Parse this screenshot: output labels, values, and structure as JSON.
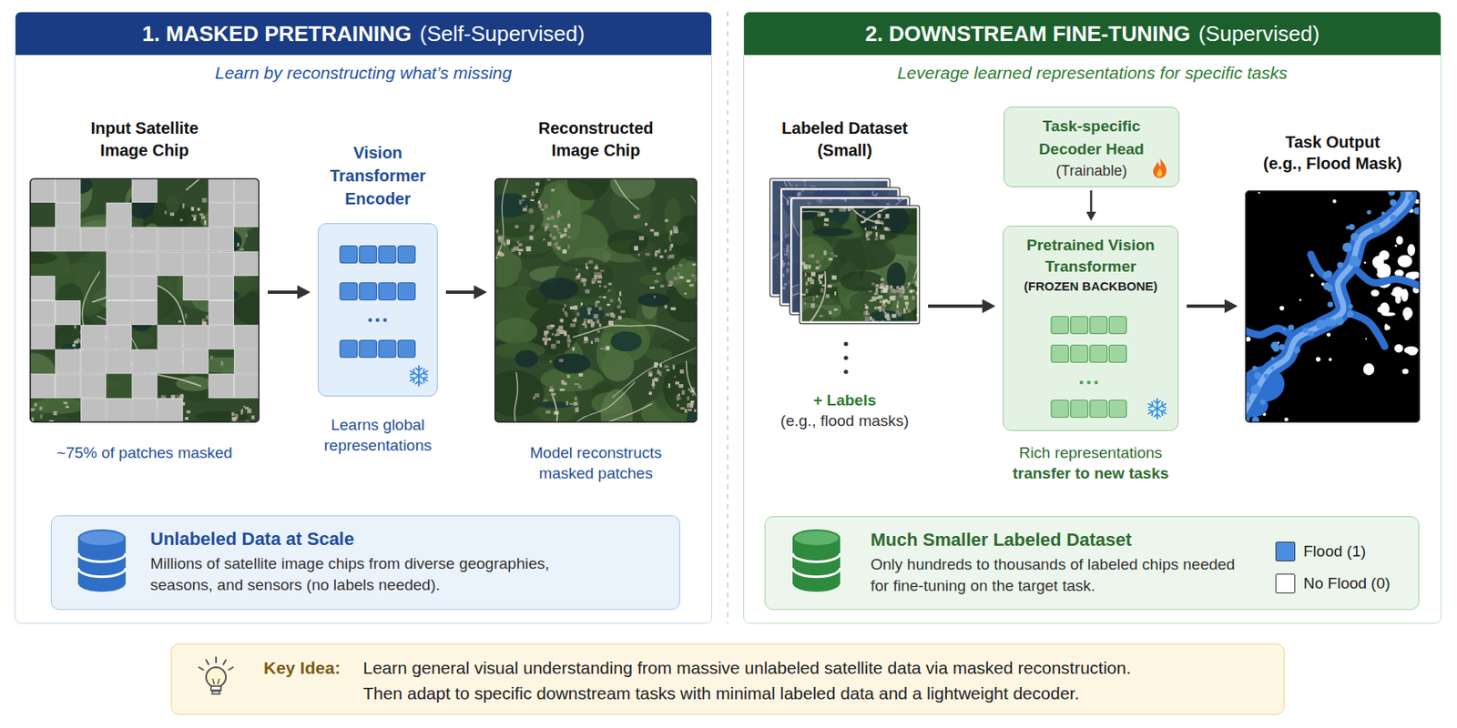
{
  "diagram": {
    "nodes": [
      {
        "text": [
          "1. MASKED PRETRAINING",
          "(Self-Supervised)",
          "Learn by reconstructing what’s missing"
        ]
      },
      {
        "text": [
          "Input Satellite Image Chip",
          "~75% of patches masked"
        ],
        "in": 0
      },
      {
        "text": [
          "Vision Transformer Encoder",
          "Learns global representations"
        ],
        "in": 0
      },
      {
        "text": [
          "Reconstructed Image Chip",
          "Model reconstructs masked patches"
        ],
        "in": 0
      },
      {
        "text": [
          "Unlabeled Data at Scale",
          "Millions of satellite image chips from diverse geographies, seasons, and sensors (no labels needed)."
        ],
        "in": 0
      },
      {
        "text": [
          "2. DOWNSTREAM FINE-TUNING",
          "(Supervised)",
          "Leverage learned representations for specific tasks"
        ]
      },
      {
        "text": [
          "Labeled Dataset (Small)",
          "+ Labels",
          "(e.g., flood masks)"
        ],
        "in": 5
      },
      {
        "text": [
          "Task-specific Decoder Head",
          "(Trainable)"
        ],
        "in": 5
      },
      {
        "text": [
          "Pretrained Vision Transformer",
          "(FROZEN BACKBONE)",
          "Rich representations",
          "transfer to new tasks"
        ],
        "in": 5
      },
      {
        "text": [
          "Task Output",
          "(e.g., Flood Mask)"
        ],
        "in": 5
      },
      {
        "text": [
          "Much Smaller Labeled Dataset",
          "Only hundreds to thousands of labeled chips needed for fine-tuning on the target task."
        ],
        "in": 5
      },
      {
        "text": [
          "Key Idea:",
          "Learn general visual understanding from massive unlabeled satellite data via masked reconstruction.",
          "Then adapt to specific downstream tasks with minimal labeled data and a lightweight decoder."
        ]
      }
    ],
    "edges": [
      {
        "from": 1,
        "to": 2,
        "arrow": "to"
      },
      {
        "from": 2,
        "to": 3,
        "arrow": "to"
      },
      {
        "from": 6,
        "to": 8,
        "arrow": "to"
      },
      {
        "from": 7,
        "to": 8,
        "arrow": "to"
      },
      {
        "from": 8,
        "to": 9,
        "arrow": "to"
      }
    ],
    "legend": [
      {
        "text": "Flood (1)",
        "color": "#4a8fe0"
      },
      {
        "text": "No Flood (0)",
        "color": "#ffffff"
      }
    ]
  }
}
